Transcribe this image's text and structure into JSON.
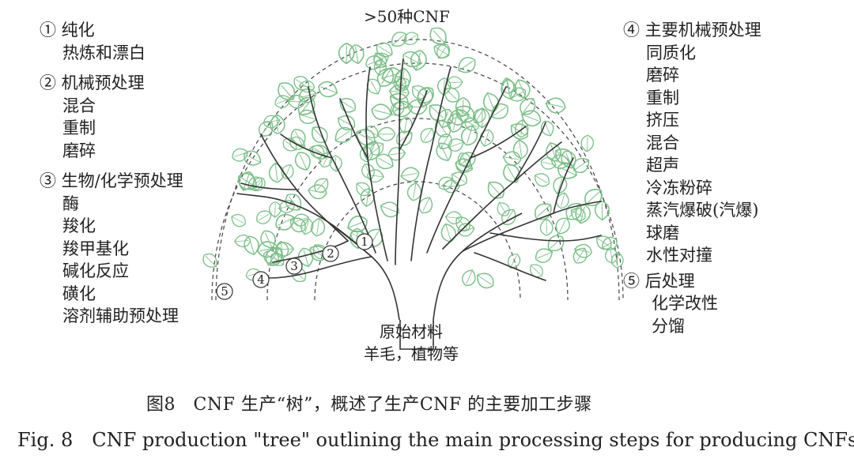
{
  "top_label": ">50种CNF",
  "left_groups": [
    {
      "heading": "① 纯化",
      "items": [
        "热炼和漂白"
      ]
    },
    {
      "heading": "② 机械预处理",
      "items": [
        "混合",
        "重制",
        "磨碎"
      ]
    },
    {
      "heading": "③ 生物/化学预处理",
      "items": [
        "酶",
        "羧化",
        "羧甲基化",
        "碱化反应",
        "磺化",
        "溶剂辅助预处理"
      ]
    }
  ],
  "right_groups": [
    {
      "heading": "④ 主要机械预处理",
      "items": [
        "同质化",
        "磨碎",
        "重制",
        "挤压",
        "混合",
        "超声",
        "冷冻粉碎",
        "蒸汽爆破(汽爆)",
        "球磨",
        "水性对撞"
      ]
    },
    {
      "heading": "⑤ 后处理",
      "items": [
        "化学改性",
        "分馏"
      ]
    }
  ],
  "stage_markers": [
    "①",
    "②",
    "③",
    "④",
    "⑤"
  ],
  "root_label": {
    "line1": "原始材料",
    "line2": "羊毛，植物等"
  },
  "caption_cn": "图8　CNF 生产“树”，概述了生产CNF 的主要加工步骤",
  "caption_en": "Fig. 8　CNF production \"tree\" outlining the main processing steps for producing CNFs",
  "colors": {
    "leaf_stroke": "#7dbf8a",
    "branch_stroke": "#333333",
    "text": "#222222"
  }
}
